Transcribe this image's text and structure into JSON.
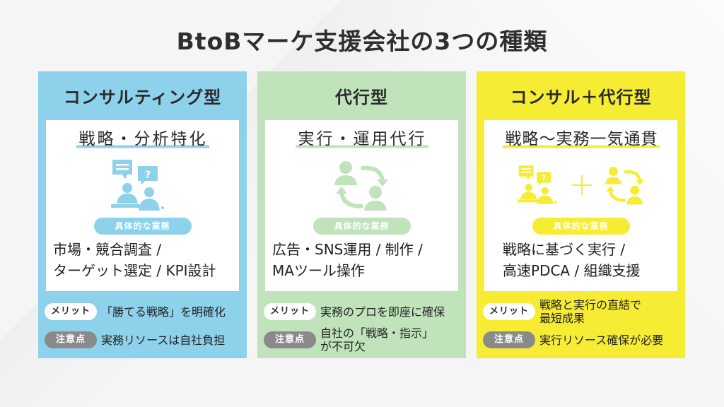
{
  "title": "BtoBマーケ支援会社の3つの種類",
  "colors": {
    "consulting": "#8ed1ea",
    "agency": "#c0e3bc",
    "hybrid": "#f6ec34",
    "caution_tag": "#8a8a8a",
    "text": "#2b2b2b"
  },
  "cards": [
    {
      "header": "コンサルティング型",
      "subtitle": "戦略・分析特化",
      "icon": "consultation-icon",
      "pill": "具体的な業務",
      "tasks_line1": "市場・競合調査 /",
      "tasks_line2": "ターゲット選定 / KPI設計",
      "merit_label": "メリット",
      "merit_text": "「勝てる戦略」を明確化",
      "caution_label": "注意点",
      "caution_text": "実務リソースは自社負担"
    },
    {
      "header": "代行型",
      "subtitle": "実行・運用代行",
      "icon": "people-exchange-icon",
      "pill": "具体的な業務",
      "tasks_line1": "広告・SNS運用 / 制作 /",
      "tasks_line2": "MAツール操作",
      "merit_label": "メリット",
      "merit_text": "実務のプロを即座に確保",
      "caution_label": "注意点",
      "caution_text": "自社の「戦略・指示」\nが不可欠"
    },
    {
      "header": "コンサル＋代行型",
      "subtitle": "戦略〜実務一気通貫",
      "icon": "consultation-plus-exchange-icon",
      "pill": "具体的な業務",
      "tasks_line1": "戦略に基づく実行 /",
      "tasks_line2": "高速PDCA / 組織支援",
      "merit_label": "メリット",
      "merit_text": "戦略と実行の直結で\n最短成果",
      "caution_label": "注意点",
      "caution_text": "実行リソース確保が必要"
    }
  ]
}
